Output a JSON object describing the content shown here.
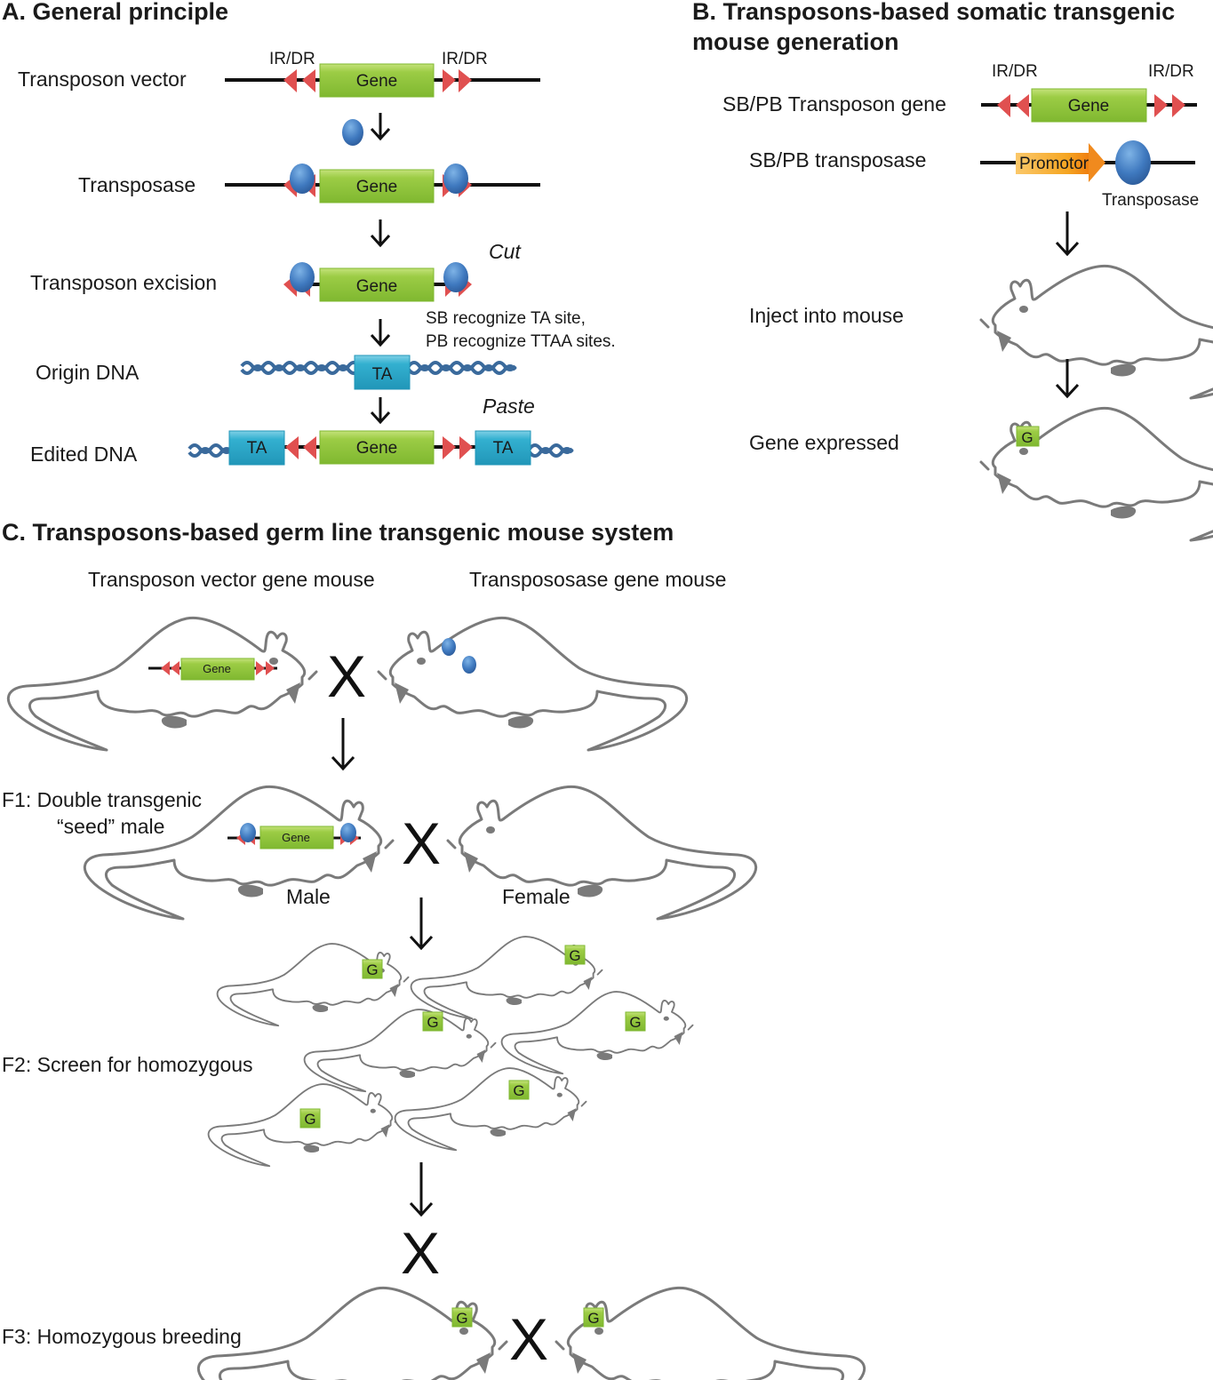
{
  "colors": {
    "gene_box": "#8dc63f",
    "ta_box": "#2aa8c8",
    "ir_dr_arrow": "#e05050",
    "transposase": "#3f79bf",
    "promotor": "#f5a623",
    "mouse_outline": "#7a7a7a",
    "dna_helix": "#3a6a9c"
  },
  "panel_a": {
    "title": "A. General principle",
    "rows": [
      {
        "label": "Transposon vector",
        "ir_left": "IR/DR",
        "ir_right": "IR/DR",
        "gene": "Gene"
      },
      {
        "label": "Transposase",
        "gene": "Gene"
      },
      {
        "label": "Transposon excision",
        "gene": "Gene",
        "note": "Cut"
      },
      {
        "label": "Origin DNA",
        "site": "TA"
      },
      {
        "label": "Edited DNA",
        "gene": "Gene",
        "site_left": "TA",
        "site_right": "TA",
        "note": "Paste"
      }
    ],
    "recognition_note_1": "SB recognize TA site,",
    "recognition_note_2": "PB recognize TTAA sites."
  },
  "panel_b": {
    "title_line1": "B. Transposons-based somatic transgenic",
    "title_line2": "mouse generation",
    "transposon_label": "SB/PB Transposon gene",
    "ir_left": "IR/DR",
    "ir_right": "IR/DR",
    "gene": "Gene",
    "transposase_label": "SB/PB transposase",
    "promotor": "Promotor",
    "transposase_caption": "Transposase",
    "inject_label": "Inject into mouse",
    "expressed_label": "Gene expressed",
    "g_badge": "G"
  },
  "panel_c": {
    "title": "C. Transposons-based germ line transgenic mouse system",
    "parent_left_label": "Transposon vector gene mouse",
    "parent_right_label": "Transpososase gene mouse",
    "cross_symbol": "X",
    "gene": "Gene",
    "f1_label_line1": "F1: Double transgenic",
    "f1_label_line2": "“seed” male",
    "male_label": "Male",
    "female_label": "Female",
    "f2_label": "F2: Screen for homozygous",
    "f3_label": "F3: Homozygous breeding",
    "g_badge": "G"
  }
}
